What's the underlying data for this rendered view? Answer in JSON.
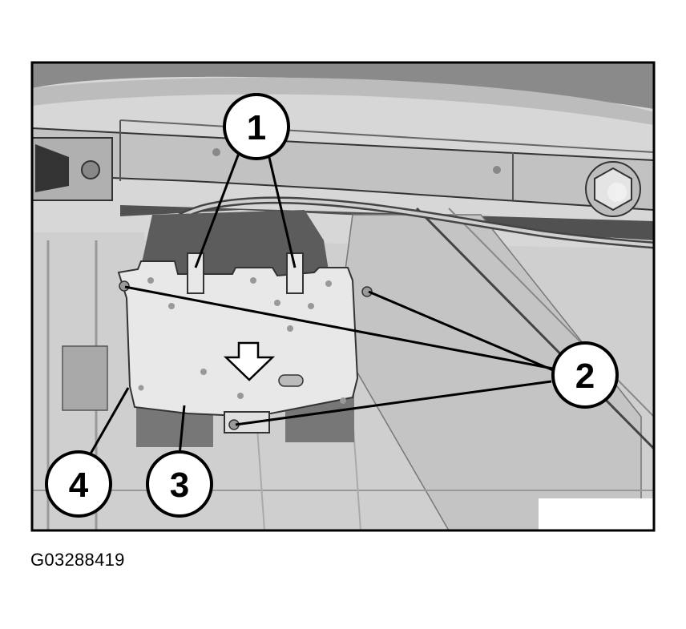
{
  "callouts": {
    "c1": "1",
    "c2": "2",
    "c3": "3",
    "c4": "4"
  },
  "caption": "G03288419",
  "colors": {
    "frame": "#000000",
    "background": "#d9d9d9",
    "panel": "#c9c9c9",
    "module": "#e6e6e6",
    "dark": "#555555"
  }
}
